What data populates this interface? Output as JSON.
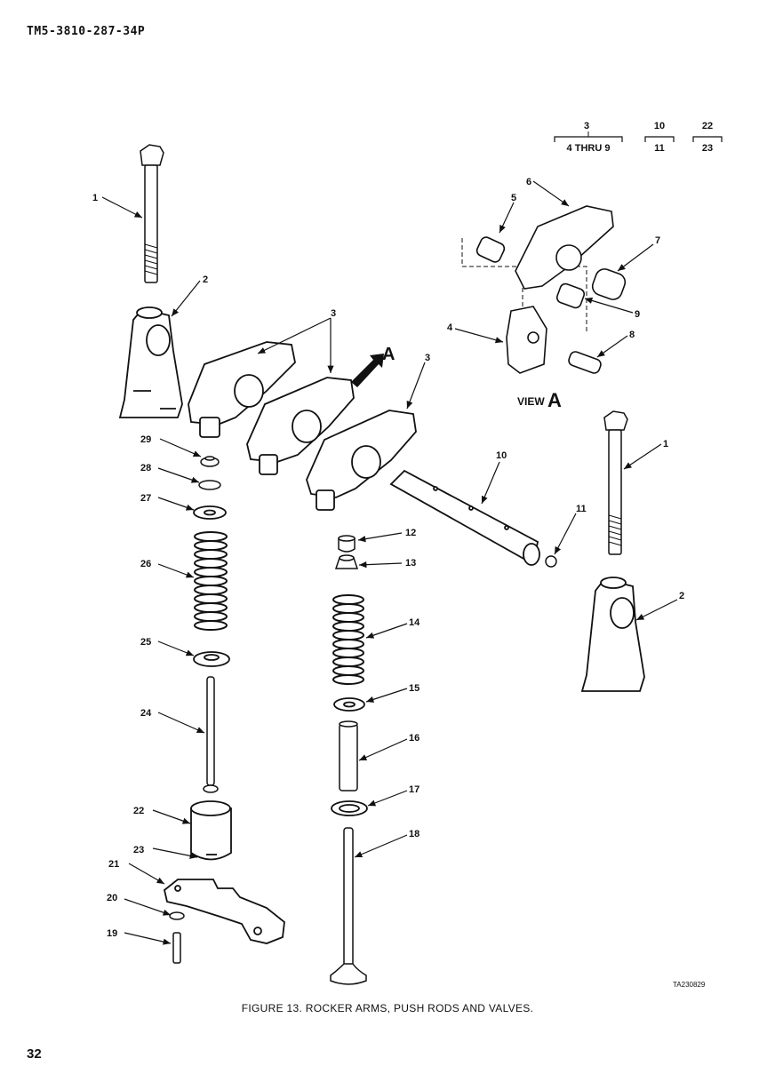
{
  "header": {
    "doc_number": "TM5-3810-287-34P"
  },
  "figure": {
    "caption": "FIGURE 13. ROCKER ARMS, PUSH RODS AND VALVES.",
    "code": "TA230829",
    "view_label": "VIEW",
    "view_letter": "A",
    "arrow_letter": "A"
  },
  "key": [
    {
      "top": "3",
      "bottom": "4 THRU 9"
    },
    {
      "top": "10",
      "bottom": "11"
    },
    {
      "top": "22",
      "bottom": "23"
    }
  ],
  "callouts": [
    "1",
    "2",
    "3",
    "3",
    "5",
    "6",
    "7",
    "9",
    "4",
    "8",
    "1",
    "2",
    "10",
    "11",
    "29",
    "28",
    "27",
    "26",
    "25",
    "24",
    "22",
    "23",
    "21",
    "20",
    "19",
    "12",
    "13",
    "14",
    "15",
    "16",
    "17",
    "18"
  ],
  "page_number": "32"
}
